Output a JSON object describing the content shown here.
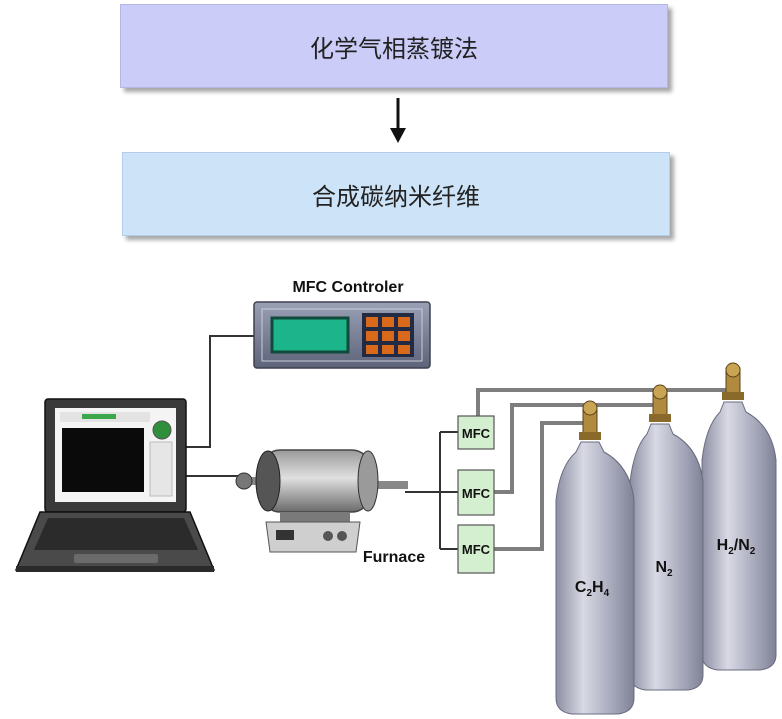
{
  "flow": {
    "step1": "化学气相蒸镀法",
    "step2": "合成碳纳米纤维"
  },
  "apparatus": {
    "controller_label": "MFC Controler",
    "mfc_label": "MFC",
    "furnace_label": "Furnace",
    "gas1": {
      "base": "C",
      "sub1": "2",
      "mid": "H",
      "sub2": "4"
    },
    "gas2": {
      "base": "N",
      "sub1": "2"
    },
    "gas3": {
      "base": "H",
      "sub1": "2",
      "mid": "/N",
      "sub2": "2"
    }
  },
  "colors": {
    "box_top": "#cbcdf8",
    "box_bottom": "#cde4f8",
    "mfc_box": "#d4efcf",
    "cylinder": "#b7b9c9",
    "screen": "#1cb48a"
  }
}
